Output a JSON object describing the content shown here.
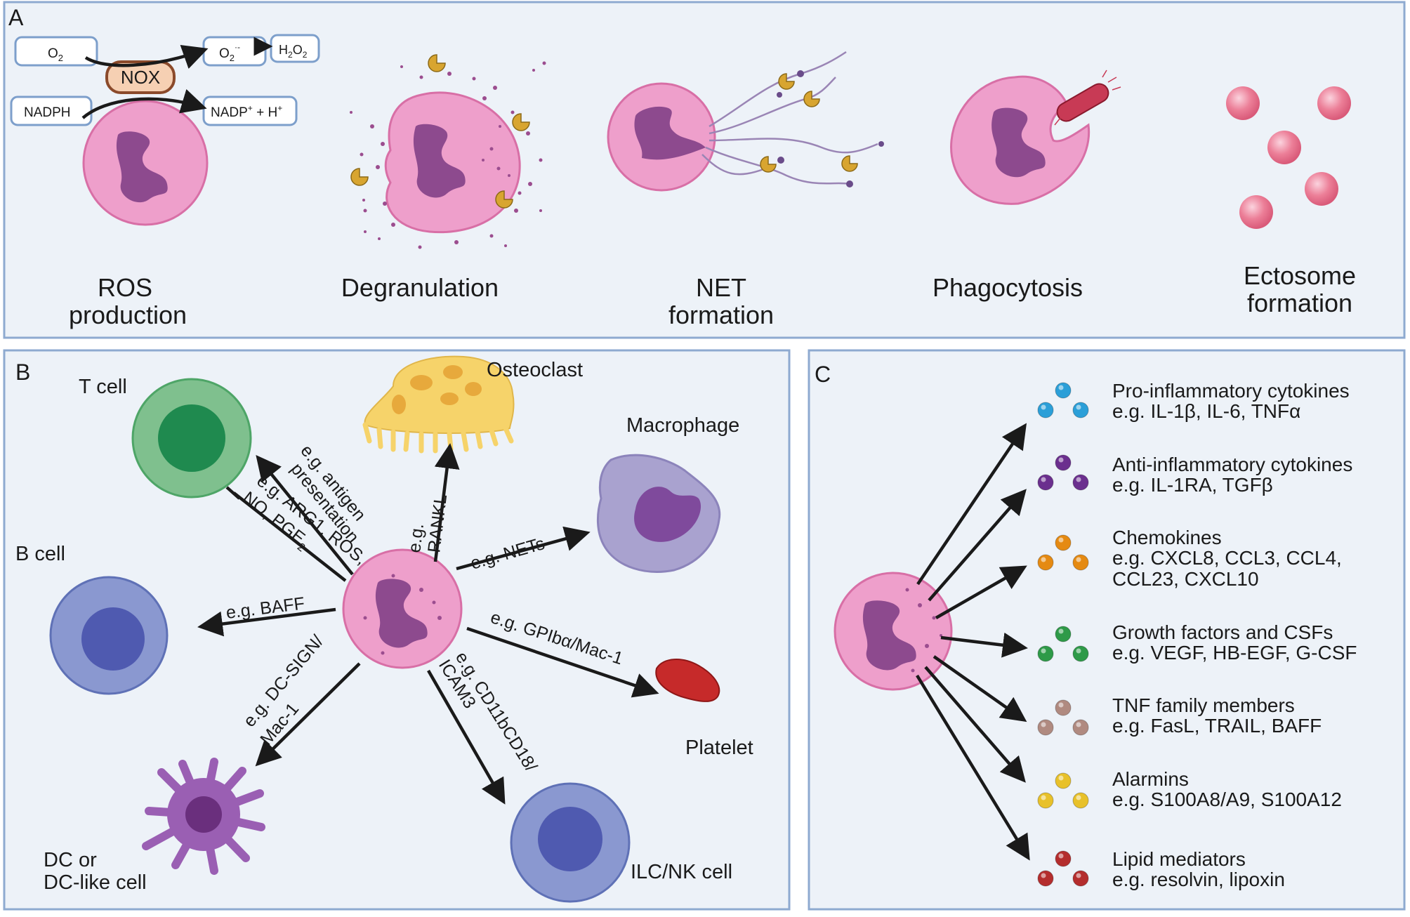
{
  "panelA": {
    "letter": "A",
    "ros": {
      "o2": "O",
      "o2_sub": "2",
      "superoxide": "O",
      "superoxide_sub": "2",
      "superoxide_sup": "·-",
      "h2o2_a": "H",
      "h2o2_sub1": "2",
      "h2o2_b": "O",
      "h2o2_sub2": "2",
      "nox": "NOX",
      "nadph": "NADPH",
      "nadp": "NADP",
      "nadp_sup": "+",
      "nadp_rest": " + H",
      "h_sup": "+"
    },
    "labels": [
      {
        "line1": "ROS",
        "line2": "production"
      },
      {
        "line1": "Degranulation",
        "line2": ""
      },
      {
        "line1": "NET",
        "line2": "formation"
      },
      {
        "line1": "Phagocytosis",
        "line2": ""
      },
      {
        "line1": "Ectosome",
        "line2": "formation"
      }
    ]
  },
  "panelB": {
    "letter": "B",
    "cells": {
      "tcell": "T cell",
      "bcell": "B cell",
      "osteoclast": "Osteoclast",
      "macrophage": "Macrophage",
      "platelet": "Platelet",
      "ilc": "ILC/NK cell",
      "dc_line1": "DC or",
      "dc_line2": "DC-like cell"
    },
    "arrows": {
      "antigen_1": "e.g. antigen",
      "antigen_2": "presentation",
      "arg_1": "e.g. ARG1, ROS,",
      "arg_2": "NO, PGE",
      "arg_sub": "2",
      "rankl_1": "e.g.",
      "rankl_2": "RANKL",
      "nets": "e.g. NETs",
      "baff": "e.g. BAFF",
      "gpib": "e.g. GPIbα/Mac-1",
      "dcsign_1": "e.g. DC-SIGN/",
      "dcsign_2": "Mac-1",
      "cd11_1": "e.g. CD11bCD18/",
      "cd11_2": "ICAM3"
    }
  },
  "panelC": {
    "letter": "C",
    "mediators": [
      {
        "title": "Pro-inflammatory cytokines",
        "examples": "e.g. IL-1β, IL-6, TNFα",
        "color": "#2b9fd8"
      },
      {
        "title": "Anti-inflammatory cytokines",
        "examples": "e.g. IL-1RA, TGFβ",
        "color": "#6b2f8e"
      },
      {
        "title": "Chemokines",
        "examples": "e.g. CXCL8, CCL3, CCL4,",
        "examples2": "CCL23, CXCL10",
        "color": "#e58a12"
      },
      {
        "title": "Growth factors and CSFs",
        "examples": "e.g. VEGF, HB-EGF, G-CSF",
        "color": "#2e9a48"
      },
      {
        "title": "TNF family members",
        "examples": "e.g. FasL, TRAIL, BAFF",
        "color": "#b08a80"
      },
      {
        "title": "Alarmins",
        "examples": "e.g. S100A8/A9, S100A12",
        "color": "#e8c12a"
      },
      {
        "title": "Lipid mediators",
        "examples": "e.g. resolvin, lipoxin",
        "color": "#b42d2d"
      }
    ]
  },
  "colors": {
    "panel_bg": "#edf2f8",
    "panel_border": "#8eaad0",
    "neutrophil": "#ee9fcb",
    "nucleus": "#8d4a8e",
    "tcell": "#7fc08e",
    "bcell": "#8a98d0",
    "osteoclast": "#f6d36a",
    "macrophage": "#a9a2cf",
    "platelet": "#c62a2a",
    "dc": "#9a5fb3",
    "granule_protein": "#d8a530"
  }
}
